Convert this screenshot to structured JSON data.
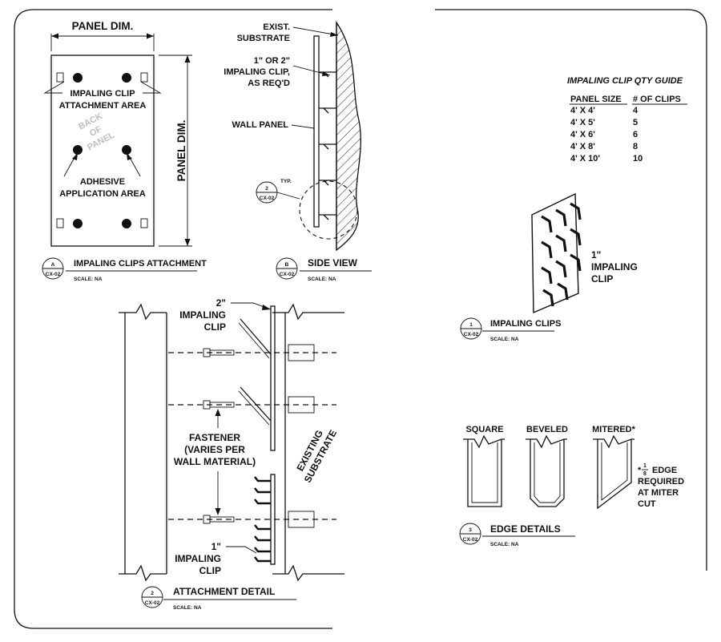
{
  "panelA": {
    "dim_top": "PANEL DIM.",
    "dim_side": "PANEL DIM.",
    "impaling_label": [
      "IMPALING CLIP",
      "ATTACHMENT AREA"
    ],
    "back_label": [
      "BACK",
      "OF",
      "PANEL"
    ],
    "adhesive_label": [
      "ADHESIVE",
      "APPLICATION AREA"
    ],
    "tag_num": "A",
    "tag_sheet": "CX-02",
    "title": "IMPALING CLIPS ATTACHMENT",
    "scale": "SCALE: NA"
  },
  "sideView": {
    "substrate_label": [
      "EXIST.",
      "SUBSTRATE"
    ],
    "clip_label": [
      "1\" OR 2\"",
      "IMPALING CLIP,",
      "AS REQ'D"
    ],
    "panel_label": "WALL PANEL",
    "typ": "TYP.",
    "callout_num": "2",
    "callout_sheet": "CX-02",
    "tag_num": "B",
    "tag_sheet": "CX-02",
    "title": "SIDE VIEW",
    "scale": "SCALE: NA"
  },
  "qtyGuide": {
    "title": "IMPALING CLIP QTY GUIDE",
    "headers": [
      "PANEL SIZE",
      "# OF CLIPS"
    ],
    "rows": [
      [
        "4' X 4'",
        "4"
      ],
      [
        "4' X 5'",
        "5"
      ],
      [
        "4' X 6'",
        "6"
      ],
      [
        "4' X 8'",
        "8"
      ],
      [
        "4' X 10'",
        "10"
      ]
    ]
  },
  "clipDetail": {
    "label": [
      "1\"",
      "IMPALING",
      "CLIP"
    ],
    "tag_num": "1",
    "tag_sheet": "CX-02",
    "title": "IMPALING CLIPS",
    "scale": "SCALE: NA"
  },
  "attachment": {
    "clip2_label": [
      "2\"",
      "IMPALING",
      "CLIP"
    ],
    "fastener_label": [
      "FASTENER",
      "(VARIES PER",
      "WALL MATERIAL)"
    ],
    "substrate_label": [
      "EXISTING",
      "SUBSTRATE"
    ],
    "clip1_label": [
      "1\"",
      "IMPALING",
      "CLIP"
    ],
    "tag_num": "2",
    "tag_sheet": "CX-02",
    "title": "ATTACHMENT DETAIL",
    "scale": "SCALE: NA"
  },
  "edges": {
    "labels": [
      "SQUARE",
      "BEVELED",
      "MITERED*"
    ],
    "note": [
      "*",
      "EDGE",
      "REQUIRED",
      "AT MITER",
      "CUT"
    ],
    "note_frac_num": "1",
    "note_frac_den": "8",
    "tag_num": "3",
    "tag_sheet": "CX-02",
    "title": "EDGE DETAILS",
    "scale": "SCALE: NA"
  }
}
